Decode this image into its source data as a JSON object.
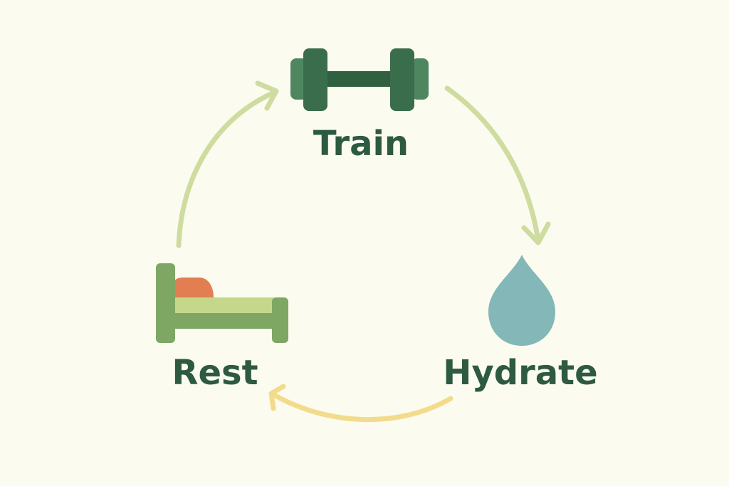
{
  "nodes": {
    "train": {
      "label": "Train",
      "icon": "dumbbell-icon"
    },
    "hydrate": {
      "label": "Hydrate",
      "icon": "water-drop-icon"
    },
    "rest": {
      "label": "Rest",
      "icon": "bed-icon"
    }
  },
  "edges": [
    {
      "from": "Train",
      "to": "Hydrate"
    },
    {
      "from": "Hydrate",
      "to": "Rest"
    },
    {
      "from": "Rest",
      "to": "Train"
    }
  ],
  "colors": {
    "background": "#fcfbf0",
    "label": "#2d5a41",
    "dumbbell_dark": "#3a6d4b",
    "dumbbell_light": "#4e8660",
    "drop": "#84b7b7",
    "bed_frame": "#7da763",
    "bed_mattress": "#c5d78a",
    "bed_pillow": "#e17f52",
    "arrow_green": "#cfdca0",
    "arrow_yellow": "#f2dc8c"
  }
}
